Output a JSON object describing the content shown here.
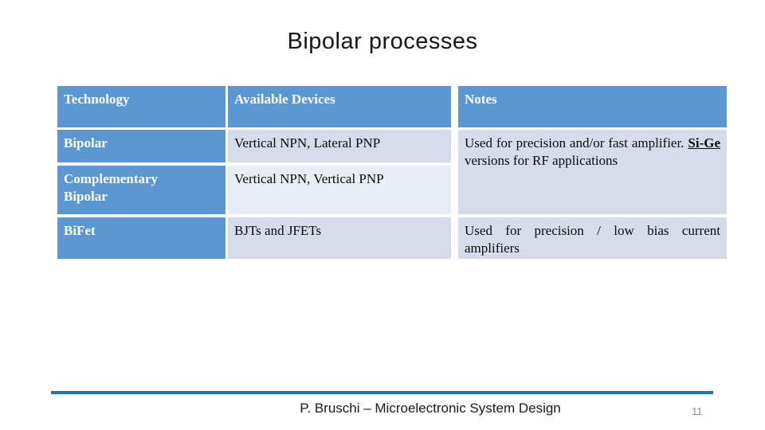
{
  "slide": {
    "title": "Bipolar processes",
    "footer": {
      "text": "P. Bruschi – Microelectronic System Design",
      "page_number": "11"
    },
    "colors": {
      "header_blue": "#5B97D0",
      "band_dark": "#D6DCEA",
      "band_light": "#E9EDF5",
      "footer_line_blue": "#2171B5"
    }
  },
  "table": {
    "headers": {
      "technology": "Technology",
      "devices": "Available Devices",
      "notes": "Notes"
    },
    "rows": [
      {
        "technology": "Bipolar",
        "devices": "Vertical NPN, Lateral PNP"
      },
      {
        "technology": "Complementary Bipolar",
        "devices": "Vertical NPN, Vertical PNP"
      },
      {
        "technology": "BiFet",
        "devices": "BJTs and JFETs"
      }
    ],
    "notes": {
      "merged": {
        "part1": "Used for precision and/or fast amplifier. ",
        "emphasis": "Si-Ge",
        "part2": " versions for RF applications"
      },
      "row3": "Used for precision / low bias current amplifiers"
    }
  }
}
